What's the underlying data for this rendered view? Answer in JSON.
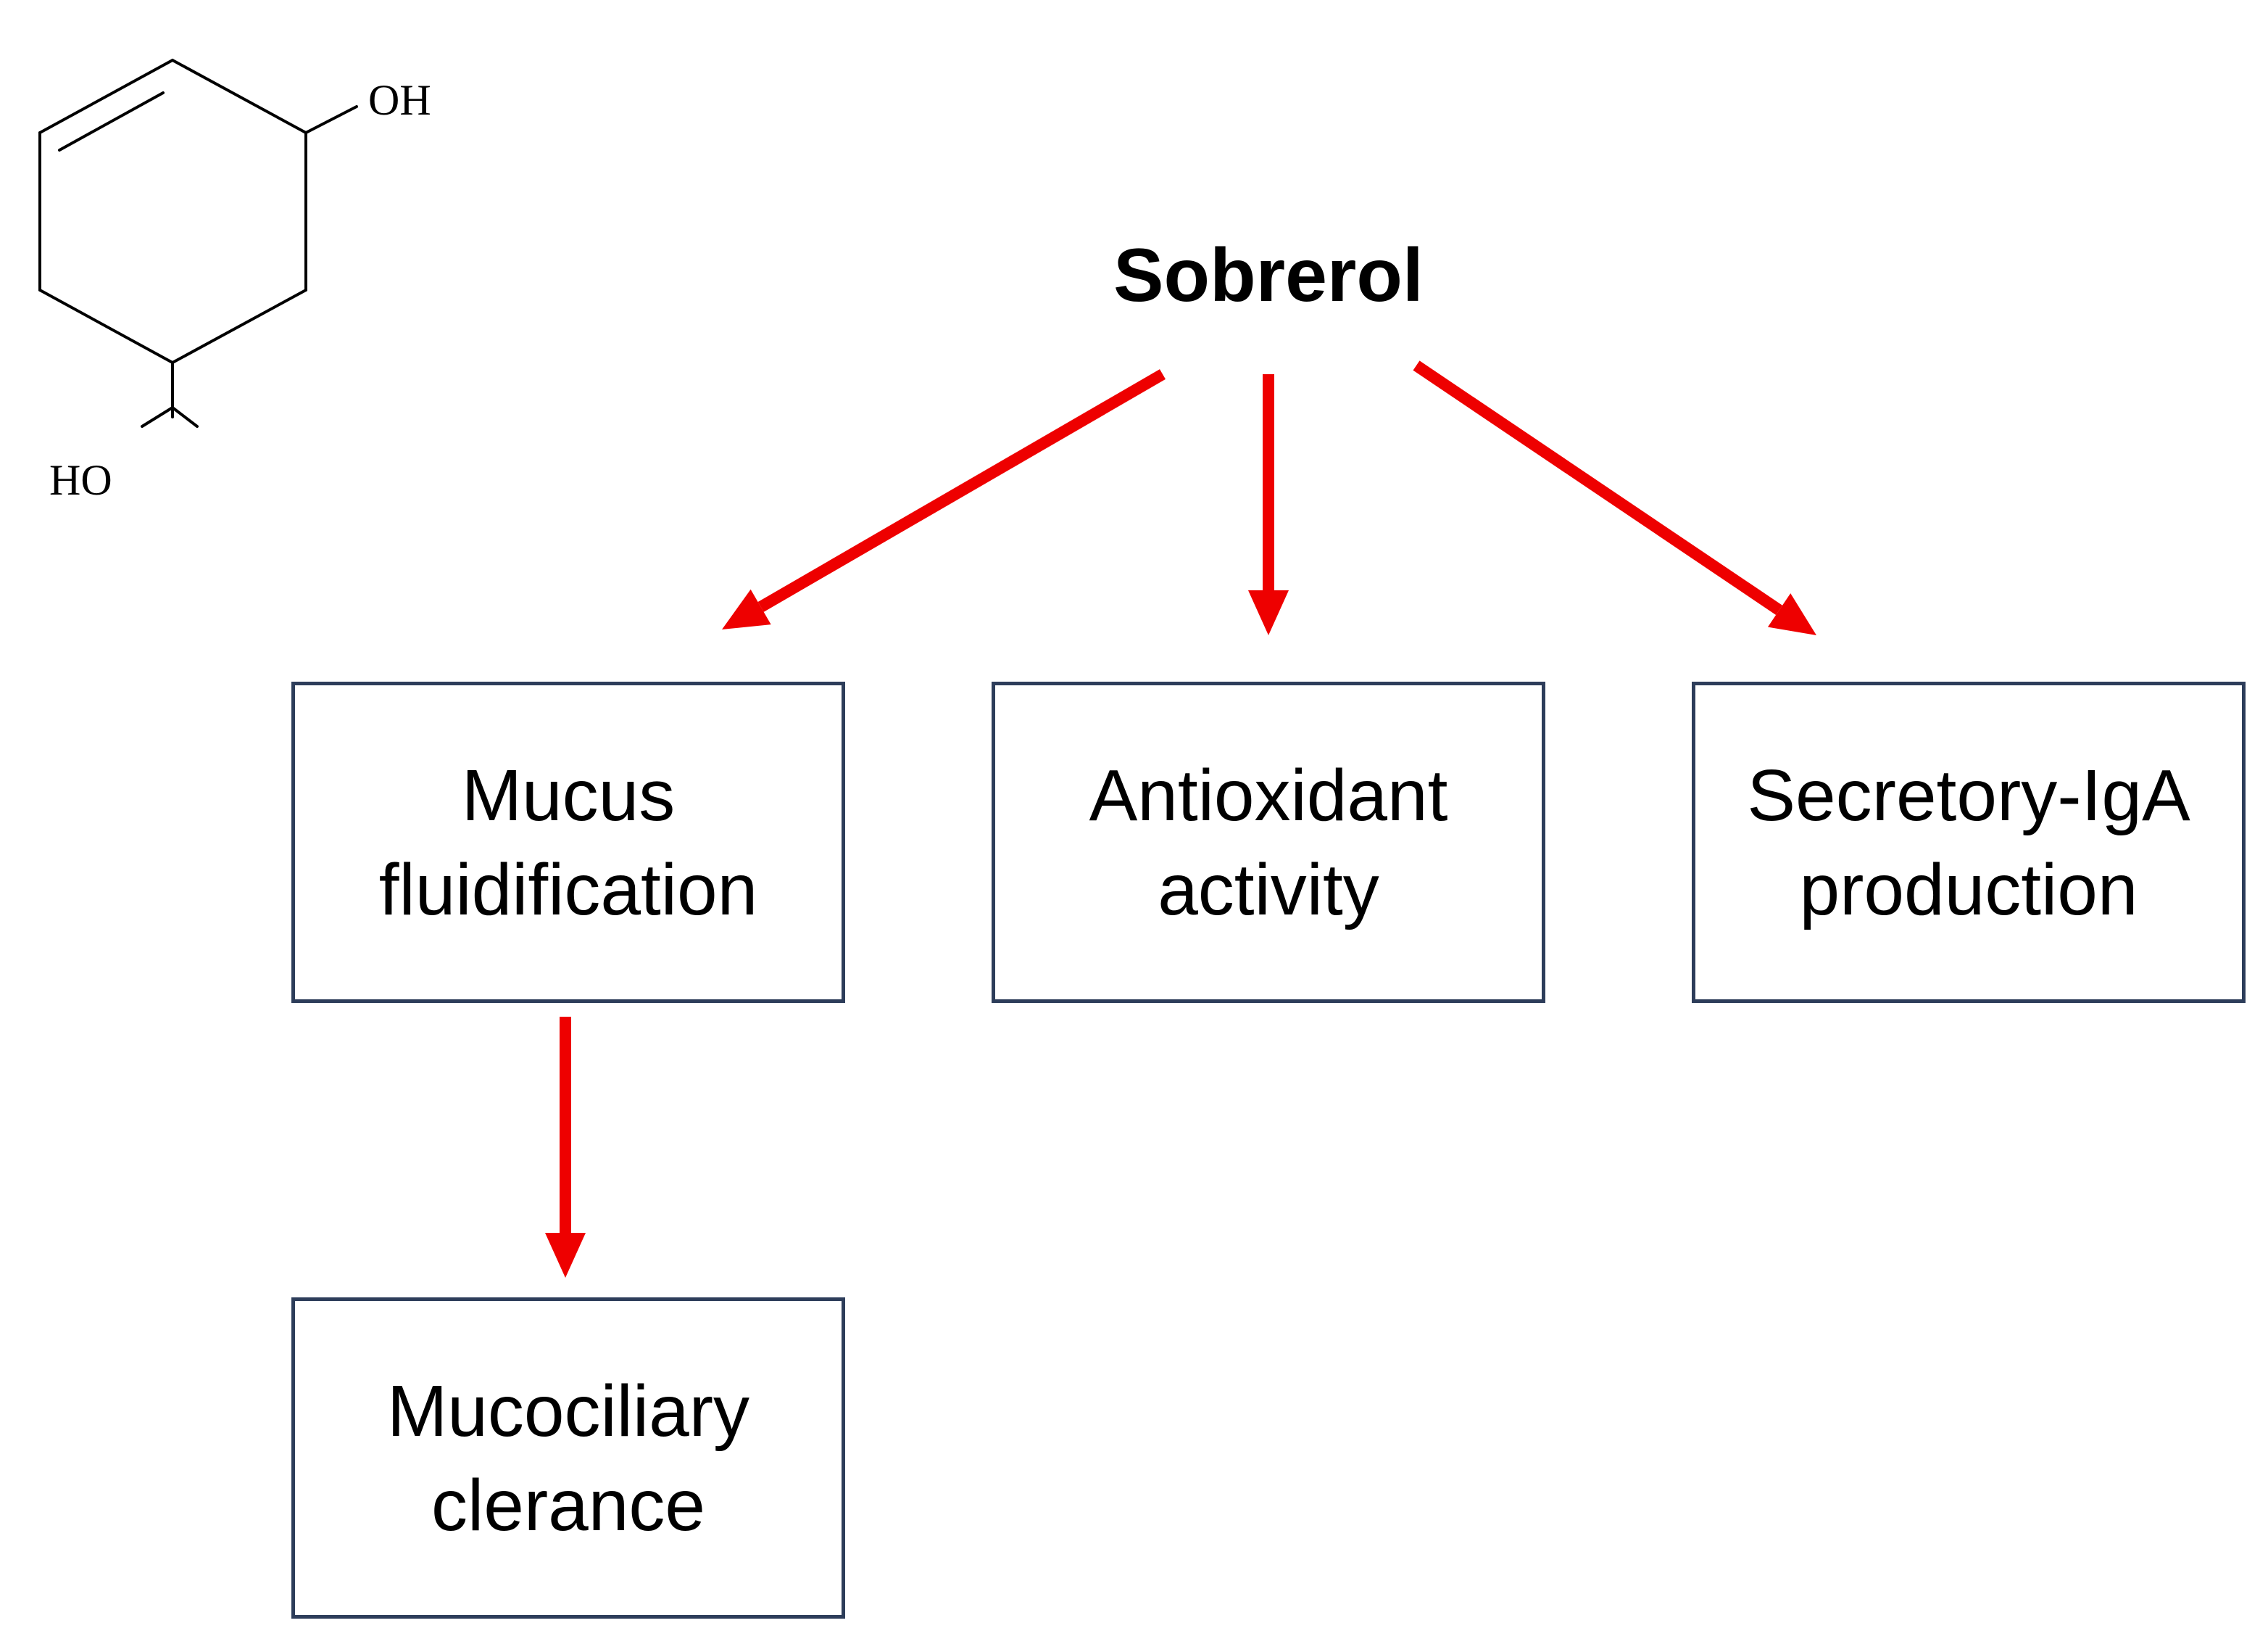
{
  "title": "Sobrerol",
  "molecule": {
    "hydroxyl_top": "OH",
    "hydroxyl_bottom": "HO"
  },
  "effects": [
    {
      "id": "mucus",
      "lines": [
        "Mucus",
        "fluidification"
      ]
    },
    {
      "id": "antioxidant",
      "lines": [
        "Antioxidant",
        "activity"
      ]
    },
    {
      "id": "iga",
      "lines": [
        "Secretory-IgA",
        "production"
      ]
    }
  ],
  "downstream": {
    "from": "mucus",
    "lines": [
      "Mucociliary",
      "clerance"
    ]
  },
  "colors": {
    "arrow": "#ee0000",
    "box_border": "#2d3d5a",
    "text": "#000000",
    "structure": "#000000"
  }
}
